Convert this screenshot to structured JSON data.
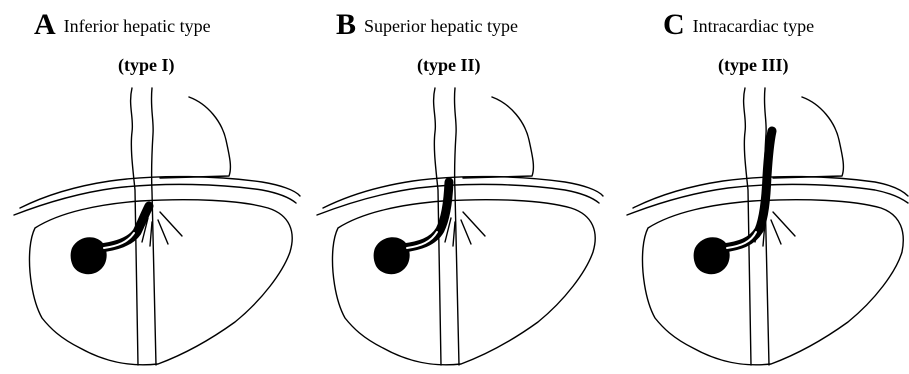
{
  "panels": [
    {
      "letter": "A",
      "title": "Inferior hepatic type",
      "subtitle": "(type I)"
    },
    {
      "letter": "B",
      "title": "Superior hepatic type",
      "subtitle": "(type II)"
    },
    {
      "letter": "C",
      "title": "Intracardiac type",
      "subtitle": "(type III)"
    }
  ]
}
